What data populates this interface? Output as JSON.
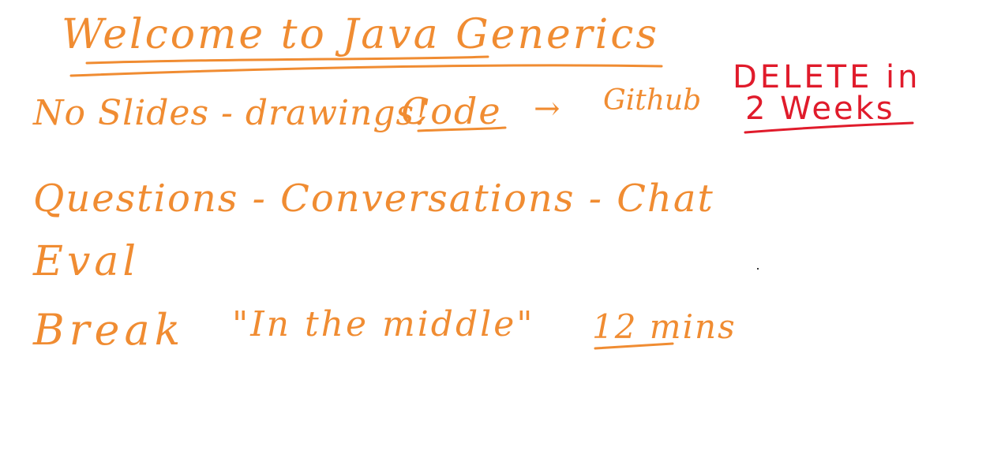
{
  "whiteboard": {
    "title": "Welcome to Java Generics",
    "line1_intro": "No Slides - drawings!",
    "line1_code": "Code",
    "line1_arrow": "→",
    "line1_github": "Github",
    "note_line1": "DELETE in",
    "note_line2": "2 Weeks",
    "line2": "Questions - Conversations - Chat",
    "line3": "Eval",
    "line4_break": "Break",
    "line4_middle": "\"In the middle\"",
    "line4_mins": "12 mins",
    "colors": {
      "ink_orange": "#f08c32",
      "ink_red": "#e01b2b",
      "background": "#ffffff"
    }
  }
}
